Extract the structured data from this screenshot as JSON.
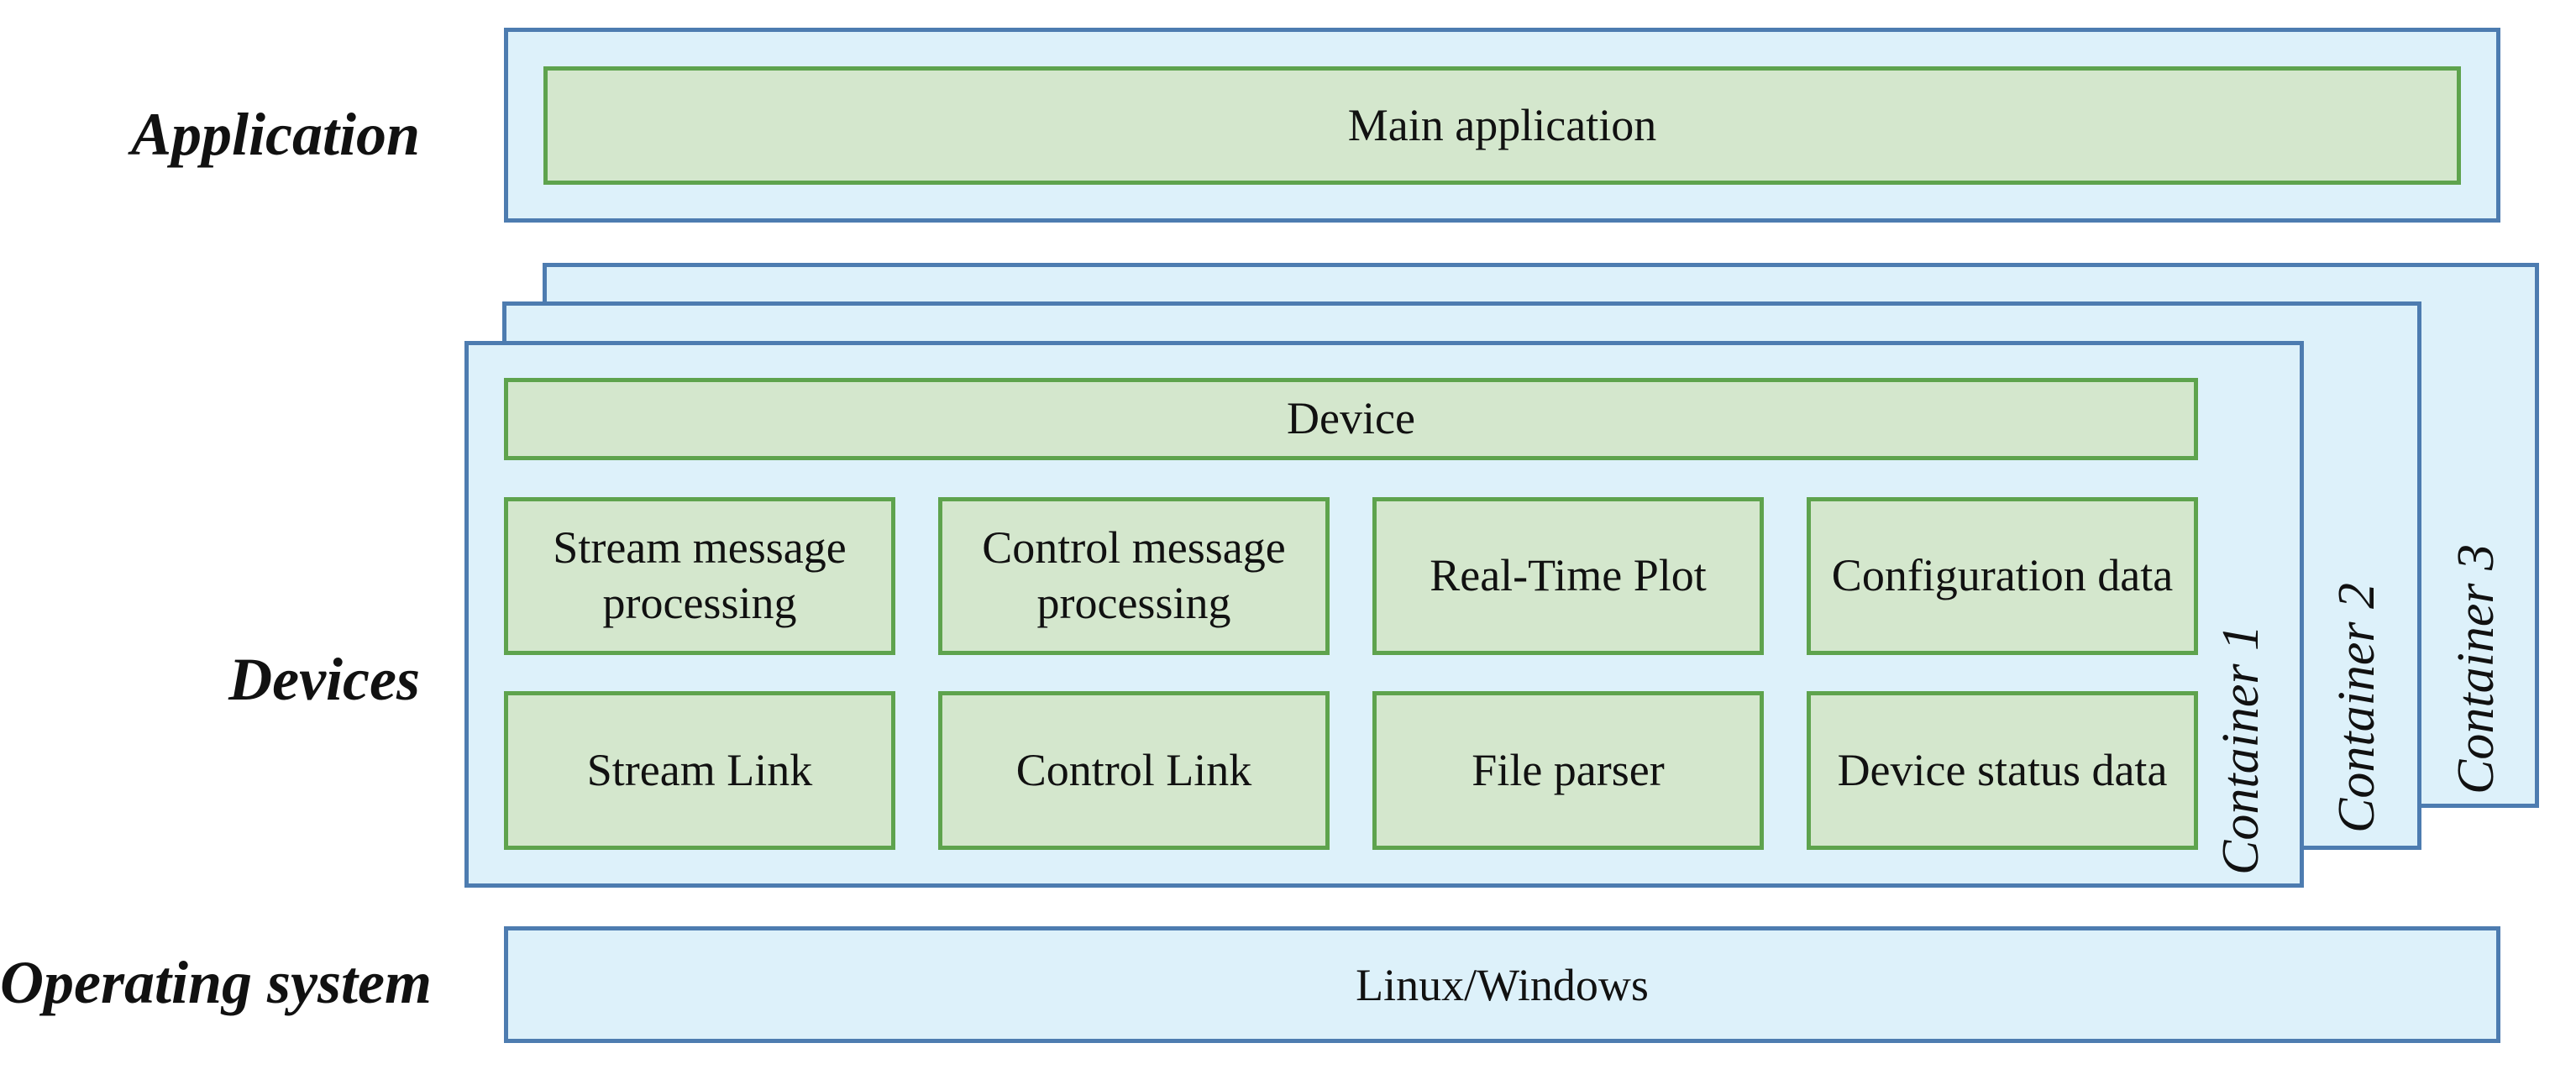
{
  "labels": {
    "application": "Application",
    "devices": "Devices",
    "operating_system": "Operating system"
  },
  "application_layer": {
    "main_box": "Main application"
  },
  "devices_layer": {
    "device_bar": "Device",
    "containers": [
      "Container 1",
      "Container 2",
      "Container 3"
    ],
    "modules": {
      "row1": [
        "Stream message processing",
        "Control message processing",
        "Real-Time Plot",
        "Configuration data"
      ],
      "row2": [
        "Stream Link",
        "Control Link",
        "File parser",
        "Device status data"
      ]
    }
  },
  "os_layer": {
    "box": "Linux/Windows"
  },
  "colors": {
    "container_fill": "#ddf1fa",
    "container_border": "#4d7cb0",
    "module_fill": "#d4e7cd",
    "module_border": "#5ea34d",
    "text": "#111111"
  }
}
